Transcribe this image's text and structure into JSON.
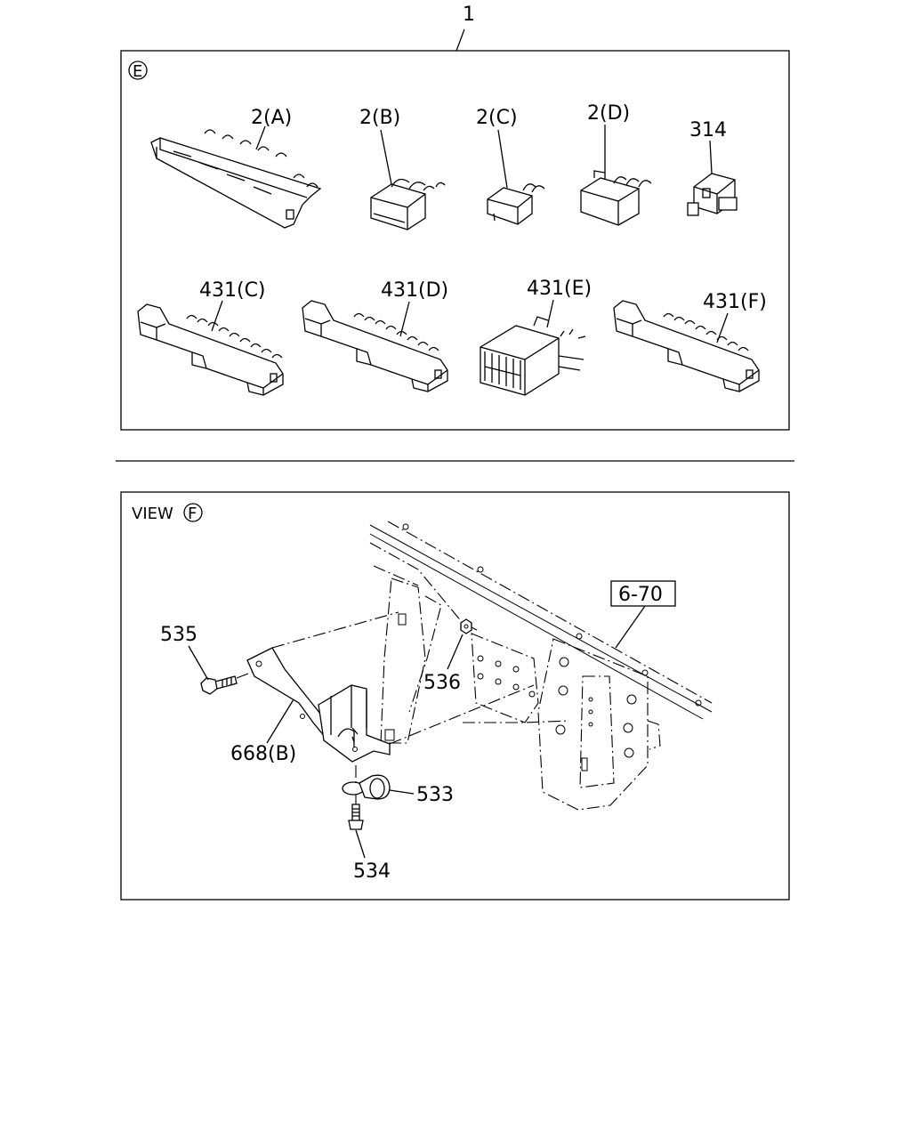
{
  "assembly_ref": "1",
  "panel_e": {
    "marker": "E",
    "parts": {
      "p2a": "2(A)",
      "p2b": "2(B)",
      "p2c": "2(C)",
      "p2d": "2(D)",
      "p314": "314",
      "p431c": "431(C)",
      "p431d": "431(D)",
      "p431e": "431(E)",
      "p431f": "431(F)"
    }
  },
  "panel_f": {
    "view_label": "VIEW",
    "marker": "F",
    "ref_box": "6-70",
    "parts": {
      "p535": "535",
      "p536": "536",
      "p668b": "668(B)",
      "p533": "533",
      "p534": "534"
    }
  }
}
